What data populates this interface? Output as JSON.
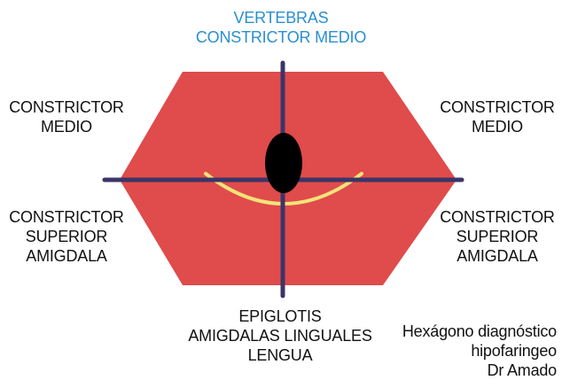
{
  "diagram": {
    "top_label": [
      "VERTEBRAS",
      "CONSTRICTOR MEDIO"
    ],
    "left_middle_label": [
      "CONSTRICTOR",
      "MEDIO"
    ],
    "right_middle_label": [
      "CONSTRICTOR",
      "MEDIO"
    ],
    "left_lower_label": [
      "CONSTRICTOR",
      "SUPERIOR",
      "AMIGDALA"
    ],
    "right_lower_label": [
      "CONSTRICTOR",
      "SUPERIOR",
      "AMIGDALA"
    ],
    "bottom_label": [
      "EPIGLOTIS",
      "AMIGDALAS LINGUALES",
      "LENGUA"
    ],
    "caption": [
      "Hexágono diagnóstico",
      "hipofaringeo",
      "Dr Amado"
    ]
  },
  "colors": {
    "hexagon": "#e04b4b",
    "axes": "#3b3568",
    "center_oval": "#000000",
    "arc": "#f2e27a",
    "top_label": "#2a8fd0",
    "text": "#111111"
  }
}
